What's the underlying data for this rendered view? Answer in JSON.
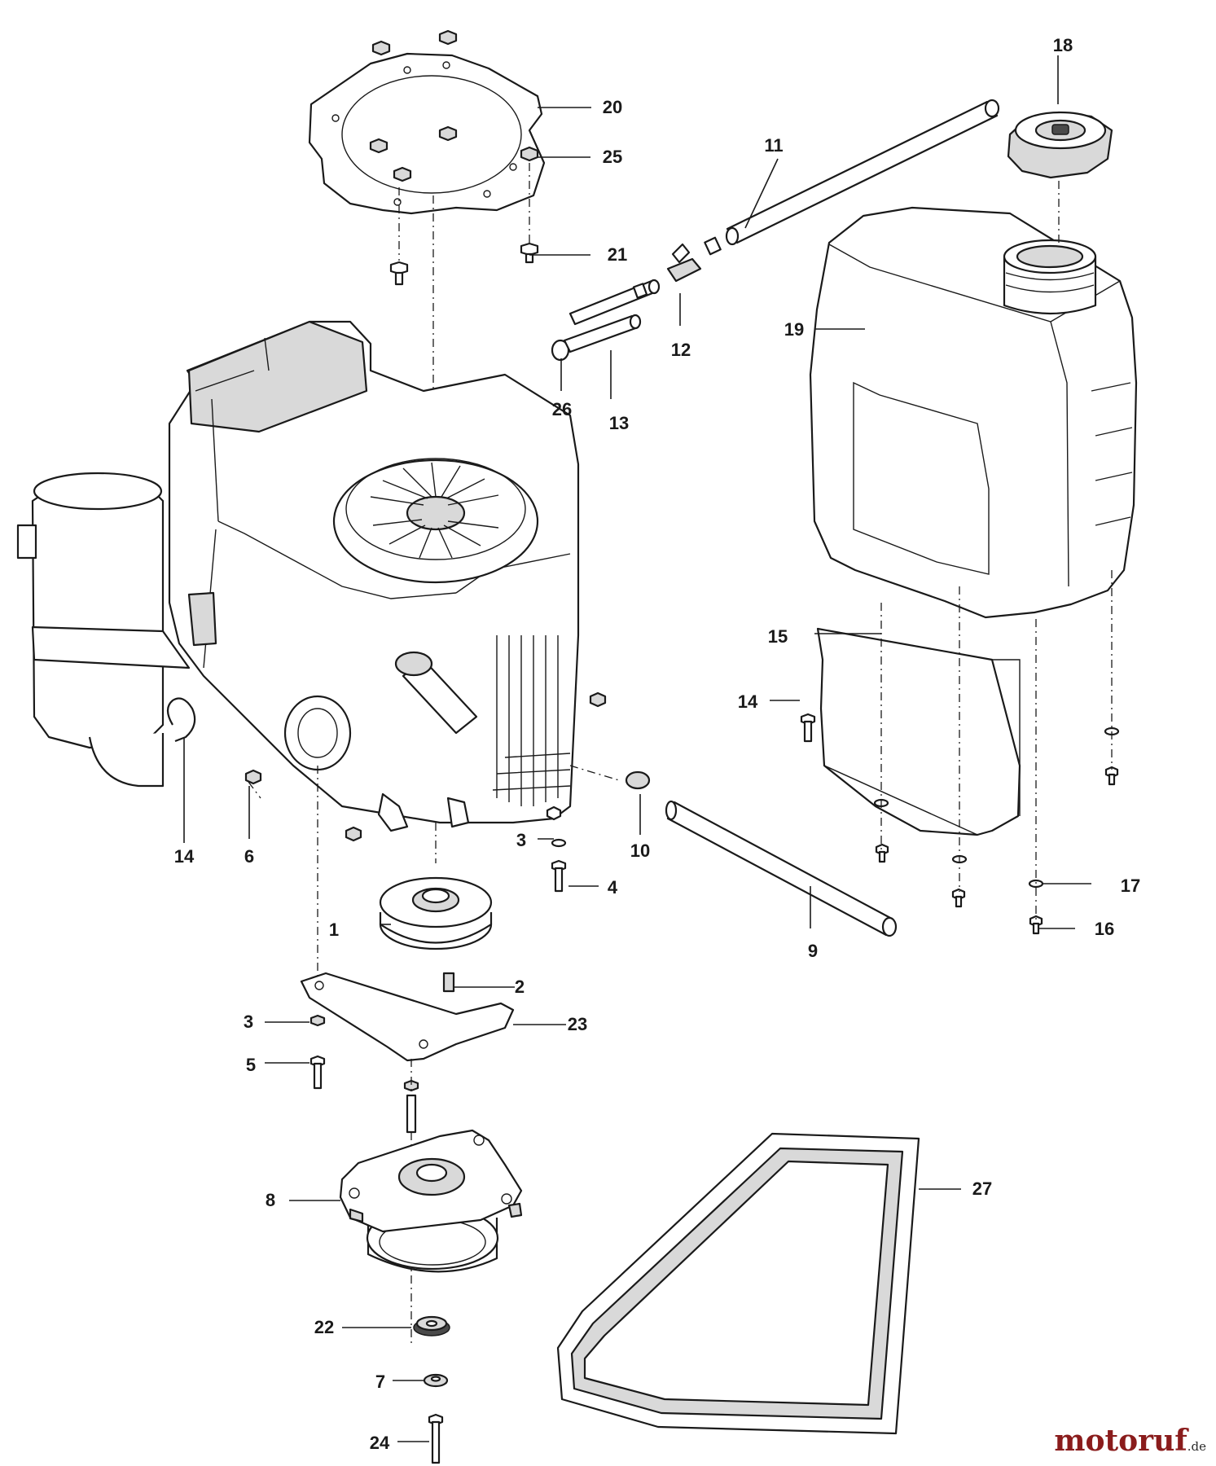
{
  "diagram": {
    "callouts": [
      {
        "id": "c1",
        "label": "1"
      },
      {
        "id": "c2",
        "label": "2"
      },
      {
        "id": "c3a",
        "label": "3"
      },
      {
        "id": "c3b",
        "label": "3"
      },
      {
        "id": "c4",
        "label": "4"
      },
      {
        "id": "c5",
        "label": "5"
      },
      {
        "id": "c6",
        "label": "6"
      },
      {
        "id": "c7",
        "label": "7"
      },
      {
        "id": "c8",
        "label": "8"
      },
      {
        "id": "c9",
        "label": "9"
      },
      {
        "id": "c10",
        "label": "10"
      },
      {
        "id": "c11",
        "label": "11"
      },
      {
        "id": "c12",
        "label": "12"
      },
      {
        "id": "c13",
        "label": "13"
      },
      {
        "id": "c14a",
        "label": "14"
      },
      {
        "id": "c14b",
        "label": "14"
      },
      {
        "id": "c15",
        "label": "15"
      },
      {
        "id": "c16",
        "label": "16"
      },
      {
        "id": "c17",
        "label": "17"
      },
      {
        "id": "c18",
        "label": "18"
      },
      {
        "id": "c19",
        "label": "19"
      },
      {
        "id": "c20",
        "label": "20"
      },
      {
        "id": "c21",
        "label": "21"
      },
      {
        "id": "c22",
        "label": "22"
      },
      {
        "id": "c23",
        "label": "23"
      },
      {
        "id": "c24",
        "label": "24"
      },
      {
        "id": "c25",
        "label": "25"
      },
      {
        "id": "c26",
        "label": "26"
      },
      {
        "id": "c27",
        "label": "27"
      }
    ]
  },
  "watermark": {
    "brand": "motoruf",
    "tld": ".de"
  },
  "colors": {
    "line": "#1a1a1a",
    "fill_light": "#d9d9d9",
    "brand": "#8a1c1c"
  }
}
